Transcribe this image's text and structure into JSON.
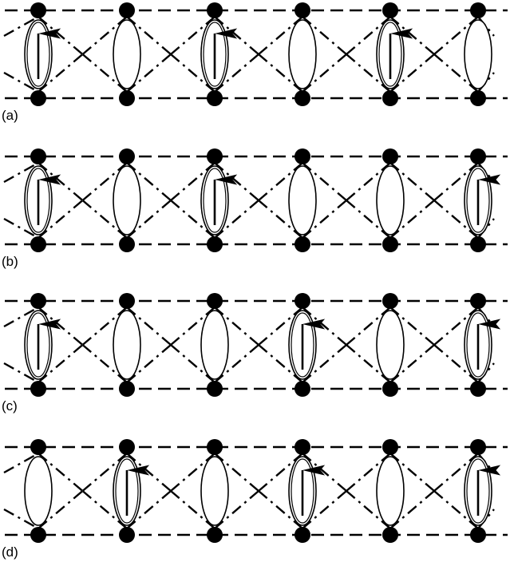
{
  "colors": {
    "ink": "#000000",
    "background": "#ffffff"
  },
  "panels": [
    {
      "label": "(a)",
      "sites": [
        true,
        false,
        true,
        false,
        true,
        false
      ]
    },
    {
      "label": "(b)",
      "sites": [
        true,
        false,
        true,
        false,
        false,
        true
      ]
    },
    {
      "label": "(c)",
      "sites": [
        true,
        false,
        false,
        true,
        false,
        true
      ]
    },
    {
      "label": "(d)",
      "sites": [
        false,
        true,
        false,
        true,
        false,
        true
      ]
    }
  ]
}
